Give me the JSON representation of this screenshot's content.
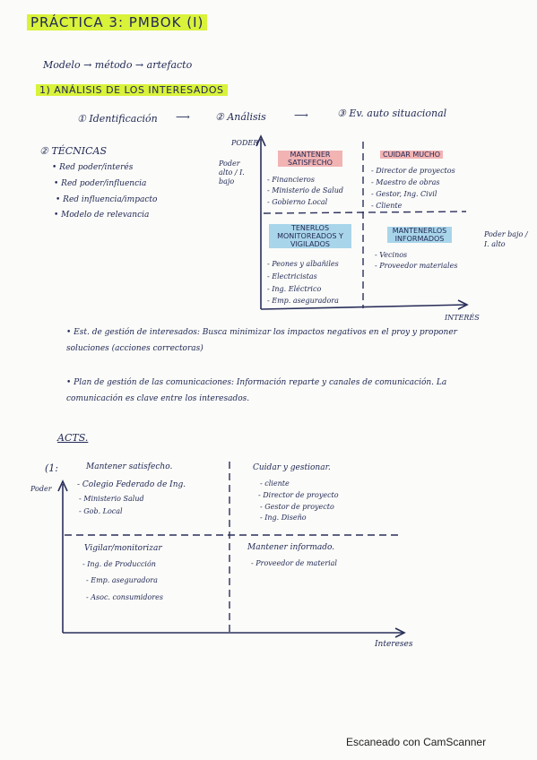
{
  "title": "PRÁCTICA 3: PMBOK (I)",
  "intro": "Modelo → método → artefacto",
  "section1": {
    "heading": "1) ANÁLISIS DE LOS INTERESADOS",
    "steps": [
      "① Identificación",
      "② Análisis",
      "③ Ev. auto situacional"
    ]
  },
  "techniques": {
    "heading": "② TÉCNICAS",
    "items": [
      "• Red poder/interés",
      "• Red poder/influencia",
      "• Red influencia/impacto",
      "• Modelo de relevancia"
    ]
  },
  "grid1": {
    "y_label": "PODER",
    "y_note": "Poder alto / I. bajo",
    "x_label": "INTERÉS",
    "right_note": "Poder bajo / I. alto",
    "q_tl_title": "MANTENER SATISFECHO",
    "q_tl_items": [
      "- Financieros",
      "- Ministerio de Salud",
      "- Gobierno Local"
    ],
    "q_tr_title": "CUIDAR MUCHO",
    "q_tr_items": [
      "- Director de proyectos",
      "- Maestro de obras",
      "- Gestor, Ing. Civil",
      "- Cliente"
    ],
    "q_bl_title": "TENERLOS MONITOREADOS Y VIGILADOS",
    "q_bl_items": [
      "- Peones y albañiles",
      "- Electricistas",
      "- Ing. Eléctrico",
      "- Emp. aseguradora"
    ],
    "q_br_title": "MANTENERLOS INFORMADOS",
    "q_br_items": [
      "- Vecinos",
      "- Proveedor materiales"
    ]
  },
  "notes": [
    "• Est. de gestión de interesados: Busca minimizar los impactos negativos en el proy y proponer soluciones (acciones correctoras)",
    "• Plan de gestión de las comunicaciones: Información reparte y canales de comunicación. La comunicación es clave entre los interesados."
  ],
  "acts": {
    "heading": "ACTS.",
    "number": "(1:",
    "y_label": "Poder",
    "x_label": "Intereses",
    "q_tl_title": "Mantener satisfecho.",
    "q_tl_items": [
      "- Colegio Federado de Ing.",
      "- Ministerio Salud",
      "- Gob. Local"
    ],
    "q_tr_title": "Cuidar y gestionar.",
    "q_tr_items": [
      "- cliente",
      "- Director de proyecto",
      "- Gestor de proyecto",
      "- Ing. Diseño"
    ],
    "q_bl_title": "Vigilar/monitorizar",
    "q_bl_items": [
      "- Ing. de Producción",
      "- Emp. aseguradora",
      "- Asoc. consumidores"
    ],
    "q_br_title": "Mantener informado.",
    "q_br_items": [
      "- Proveedor de material"
    ]
  },
  "footer": "Escaneado con CamScanner"
}
